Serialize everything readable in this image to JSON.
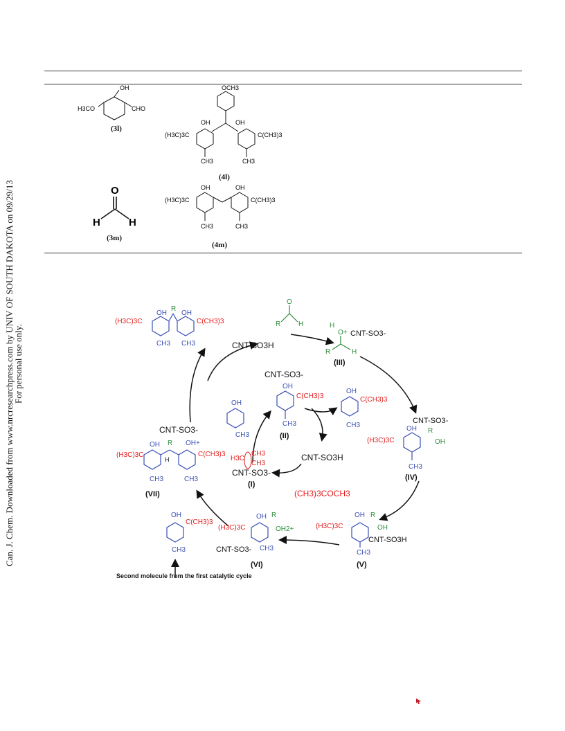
{
  "sidebar": {
    "line1": "Can. J. Chem. Downloaded from www.nrcresearchpress.com by UNIV OF SOUTH DAKOTA on 09/29/13",
    "line2": "For personal use only."
  },
  "table": {
    "rows": [
      {
        "reactant_label": "(3l)",
        "product_label": "(4l)",
        "reactant_text": {
          "oh": "OH",
          "meo": "H3CO",
          "cho": "CHO"
        },
        "product_text": {
          "och3": "OCH3",
          "oh1": "OH",
          "oh2": "OH",
          "tbu_left": "(H3C)3C",
          "tbu_right": "C(CH3)3",
          "me1": "CH3",
          "me2": "CH3"
        }
      },
      {
        "reactant_label": "(3m)",
        "product_label": "(4m)",
        "reactant_text": {
          "o": "O",
          "h1": "H",
          "h2": "H"
        },
        "product_text": {
          "oh1": "OH",
          "oh2": "OH",
          "tbu_left": "(H3C)3C",
          "tbu_right": "C(CH3)3",
          "me1": "CH3",
          "me2": "CH3"
        }
      }
    ]
  },
  "scheme": {
    "catalyst": "CNT-SO3H",
    "catalyst_anion": "CNT-SO3-",
    "byproduct": "(CH3)3COCH3",
    "intermediates": [
      "(I)",
      "(II)",
      "(III)",
      "(IV)",
      "(V)",
      "(VI)",
      "(VII)"
    ],
    "note": "Second molecule from the first catalytic cycle",
    "colors": {
      "blue": "#3a4fb5",
      "red": "#e21b1b",
      "green": "#2e8b3e",
      "black": "#111111"
    }
  }
}
